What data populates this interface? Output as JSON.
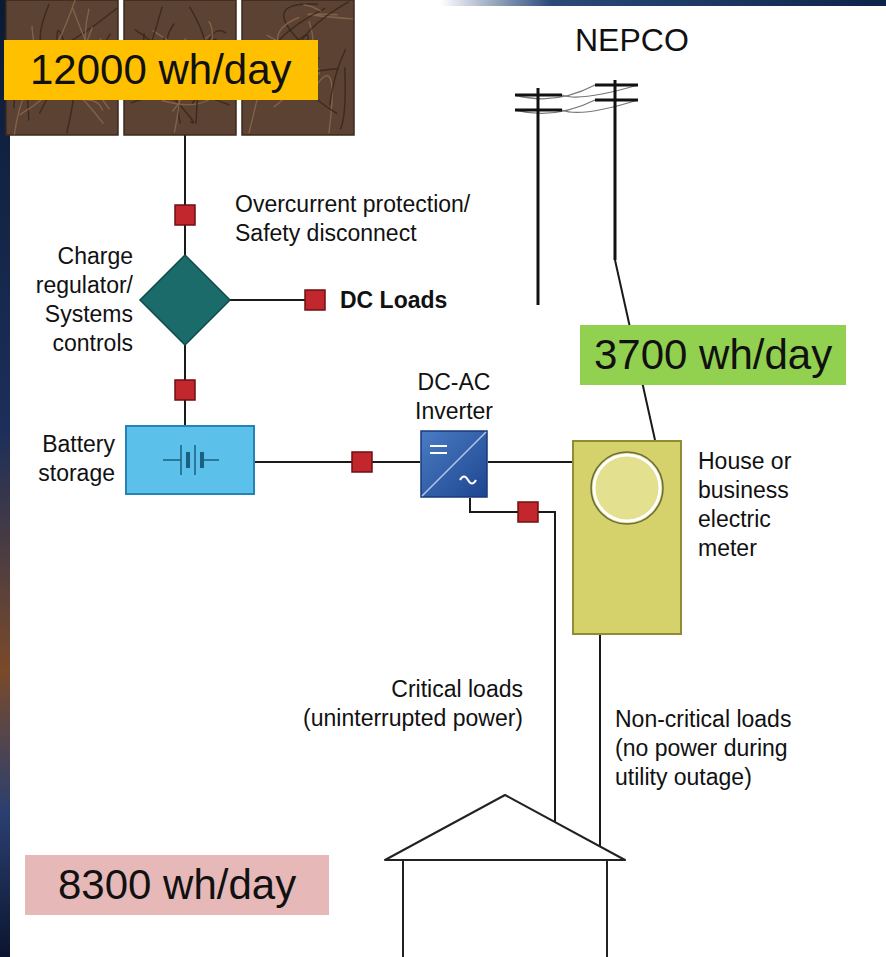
{
  "diagram": {
    "nodes": [
      {
        "text": [
          "12000 wh/day"
        ]
      },
      {
        "text": [
          "NEPCO"
        ]
      },
      {
        "text": [
          "Overcurrent protection/ Safety disconnect"
        ]
      },
      {
        "text": [
          "Charge regulator/ Systems controls"
        ]
      },
      {
        "text": [
          "DC Loads"
        ]
      },
      {
        "text": [
          "Battery storage"
        ]
      },
      {
        "text": [
          "DC-AC Inverter"
        ]
      },
      {
        "text": [
          "House or business electric meter"
        ]
      },
      {
        "text": [
          "8300 wh/day"
        ]
      }
    ],
    "edges": [
      {
        "from": 0,
        "to": 2,
        "arrow": "none"
      },
      {
        "from": 2,
        "to": 3,
        "arrow": "none"
      },
      {
        "from": 3,
        "to": 4,
        "arrow": "none"
      },
      {
        "from": 3,
        "to": 5,
        "arrow": "none"
      },
      {
        "from": 5,
        "to": 6,
        "arrow": "none"
      },
      {
        "from": 6,
        "to": 7,
        "arrow": "none"
      },
      {
        "from": 1,
        "to": 7,
        "label": "3700 wh/day",
        "arrow": "none"
      },
      {
        "from": 6,
        "to": 8,
        "label": "Critical loads (uninterrupted power)",
        "arrow": "none"
      },
      {
        "from": 7,
        "to": 8,
        "label": "Non-critical loads (no power during utility outage)",
        "arrow": "none"
      }
    ]
  }
}
